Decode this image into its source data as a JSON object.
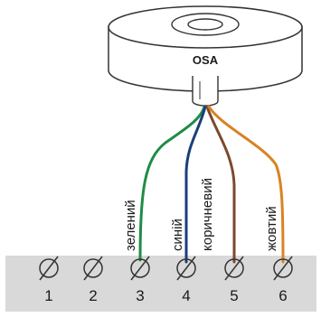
{
  "device": {
    "label": "OSA"
  },
  "terminals": [
    "1",
    "2",
    "3",
    "4",
    "5",
    "6"
  ],
  "wires": [
    {
      "label": "зелений",
      "color": "#1e8c46",
      "terminal": "3"
    },
    {
      "label": "синій",
      "color": "#1a3f7a",
      "terminal": "4"
    },
    {
      "label": "коричневий",
      "color": "#7a4a2e",
      "terminal": "5"
    },
    {
      "label": "жовтий",
      "color": "#d98324",
      "terminal": "6"
    }
  ],
  "colors": {
    "terminal_block": "#d9d9d9",
    "outline": "#333333"
  }
}
